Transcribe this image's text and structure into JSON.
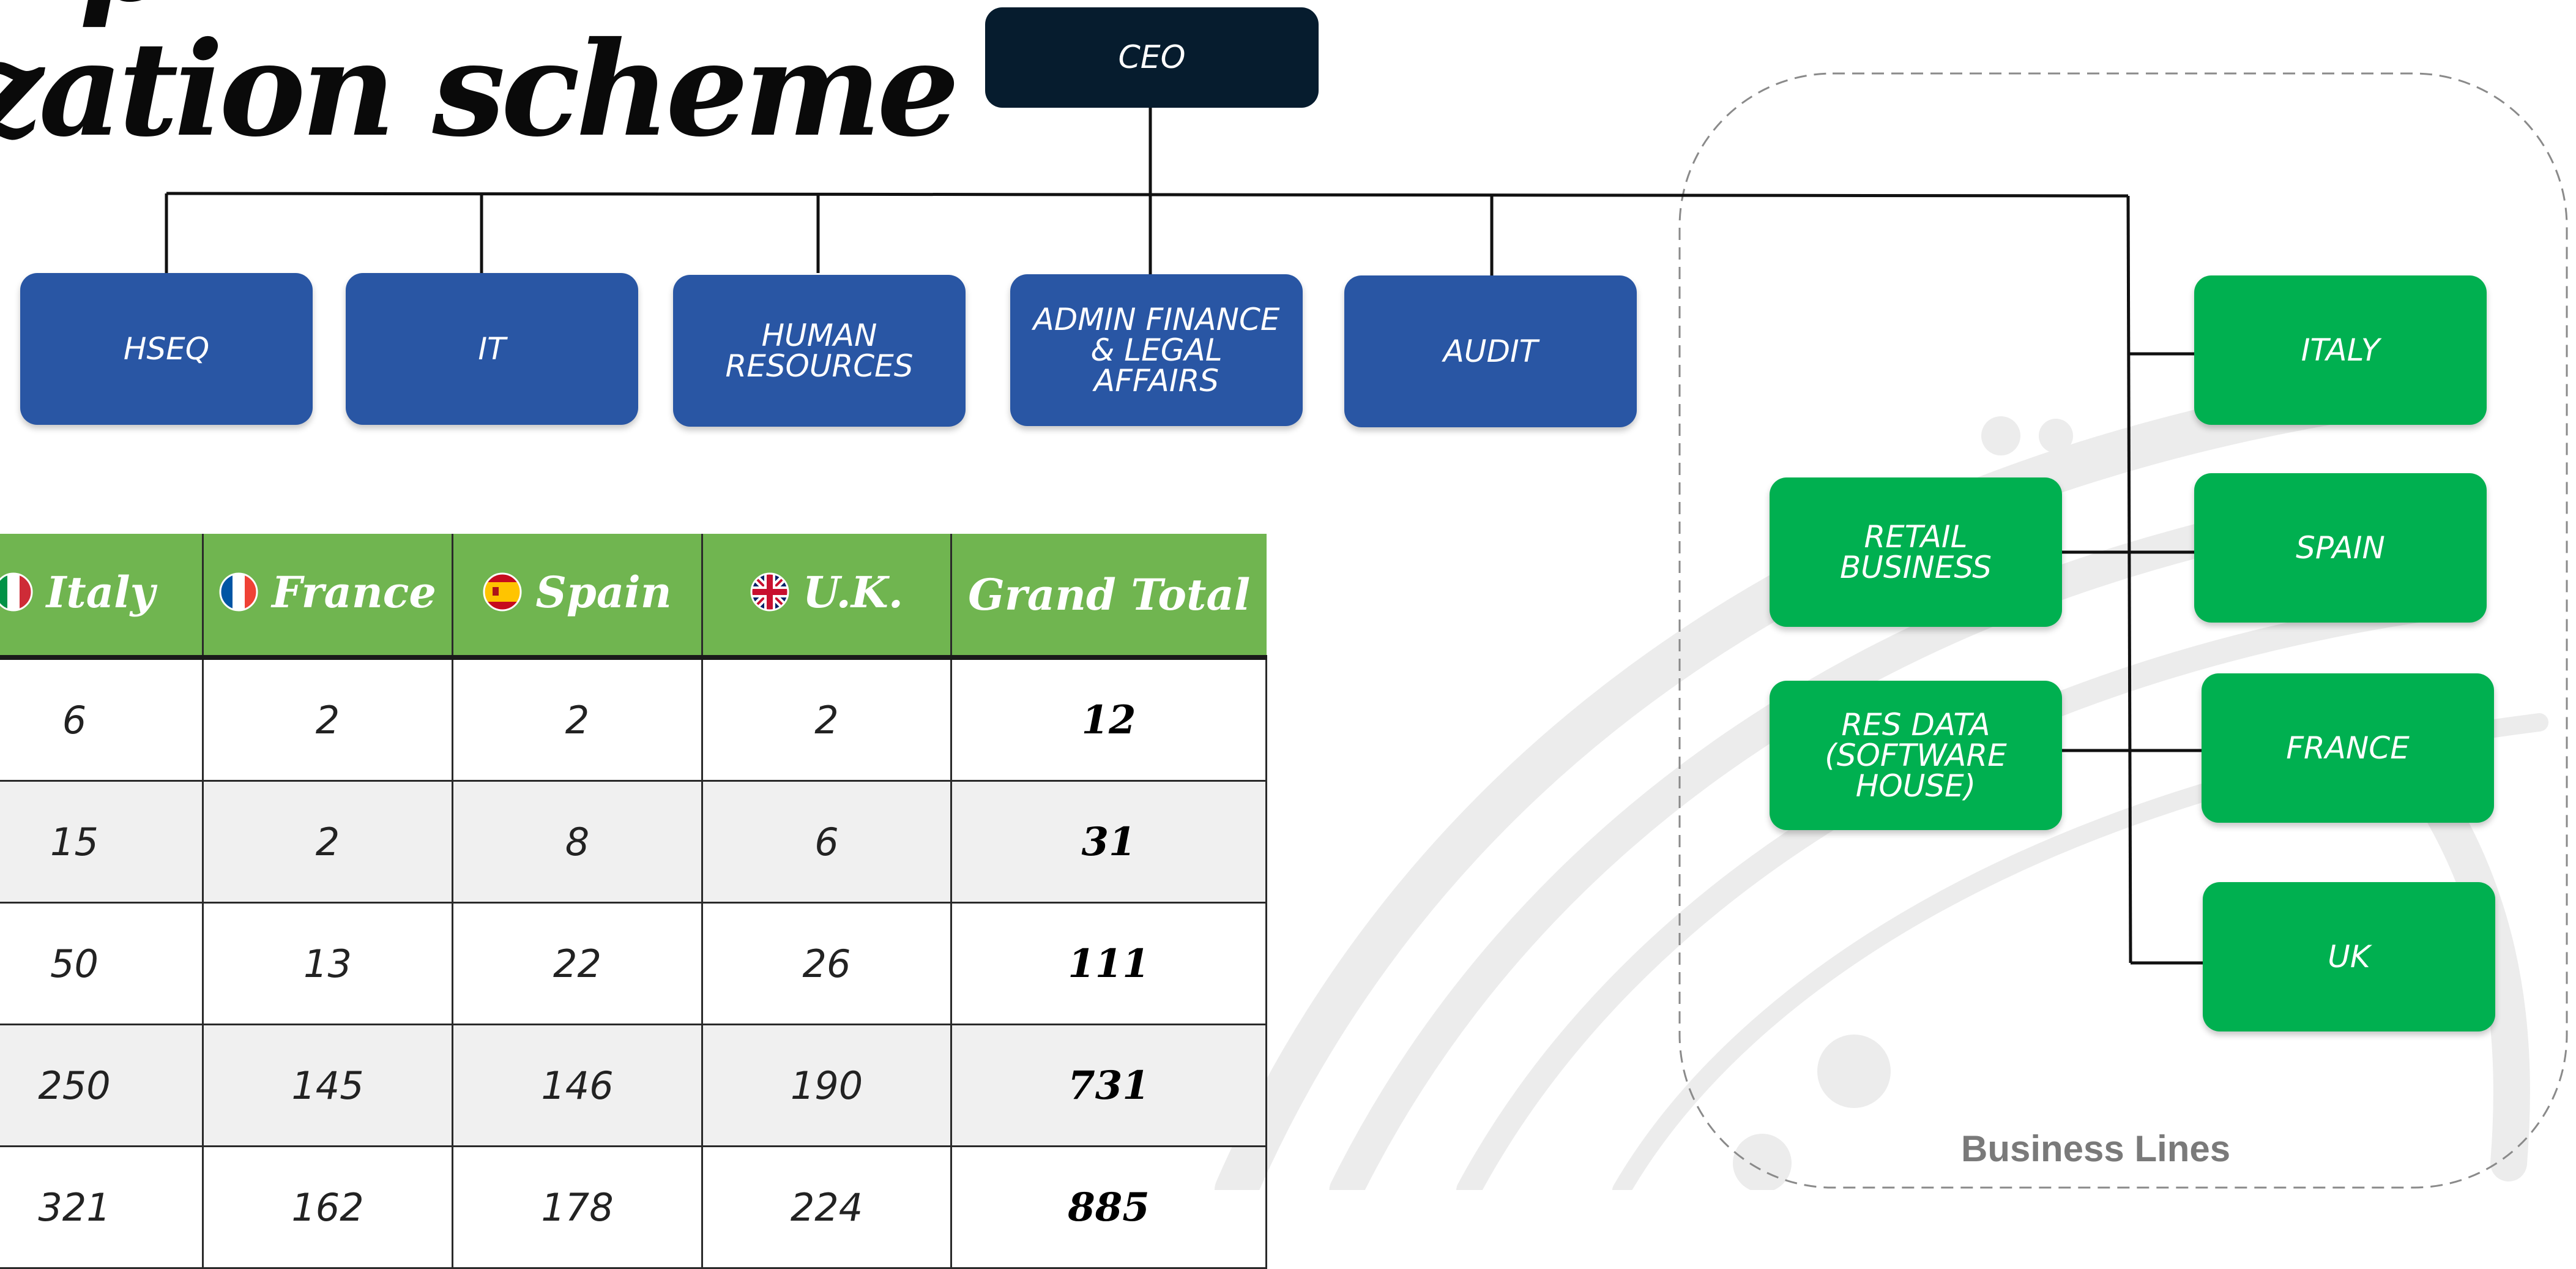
{
  "title": {
    "top_fragment": "p",
    "main": "zation scheme"
  },
  "ceo": {
    "label": "CEO"
  },
  "functions": [
    {
      "label": "HSEQ"
    },
    {
      "label": "IT"
    },
    {
      "label": "HUMAN\nRESOURCES"
    },
    {
      "label": "ADMIN FINANCE\n& LEGAL\nAFFAIRS"
    },
    {
      "label": "AUDIT"
    }
  ],
  "business_lines": {
    "label": "Business Lines",
    "units": [
      {
        "label": "RETAIL\nBUSINESS"
      },
      {
        "label": "RES DATA\n(SOFTWARE\nHOUSE)"
      }
    ],
    "countries": [
      {
        "label": "ITALY"
      },
      {
        "label": "SPAIN"
      },
      {
        "label": "FRANCE"
      },
      {
        "label": "UK"
      }
    ]
  },
  "table": {
    "headers": [
      {
        "label": "Italy",
        "flag": "italy-flag-icon"
      },
      {
        "label": "France",
        "flag": "france-flag-icon"
      },
      {
        "label": "Spain",
        "flag": "spain-flag-icon"
      },
      {
        "label": "U.K.",
        "flag": "uk-flag-icon"
      },
      {
        "label": "Grand Total",
        "flag": ""
      }
    ],
    "rows": [
      [
        "6",
        "2",
        "2",
        "2",
        "12"
      ],
      [
        "15",
        "2",
        "8",
        "6",
        "31"
      ],
      [
        "50",
        "13",
        "22",
        "26",
        "111"
      ],
      [
        "250",
        "145",
        "146",
        "190",
        "731"
      ],
      [
        "321",
        "162",
        "178",
        "224",
        "885"
      ]
    ]
  },
  "colors": {
    "ceo": "#061c2e",
    "function_box": "#2956a4",
    "business_box": "#00b050",
    "table_header": "#70b550",
    "row_alt": "#f0f0f0",
    "connector": "#111111",
    "dashed_border": "#8a8a8a",
    "business_label": "#7a7a7a"
  }
}
